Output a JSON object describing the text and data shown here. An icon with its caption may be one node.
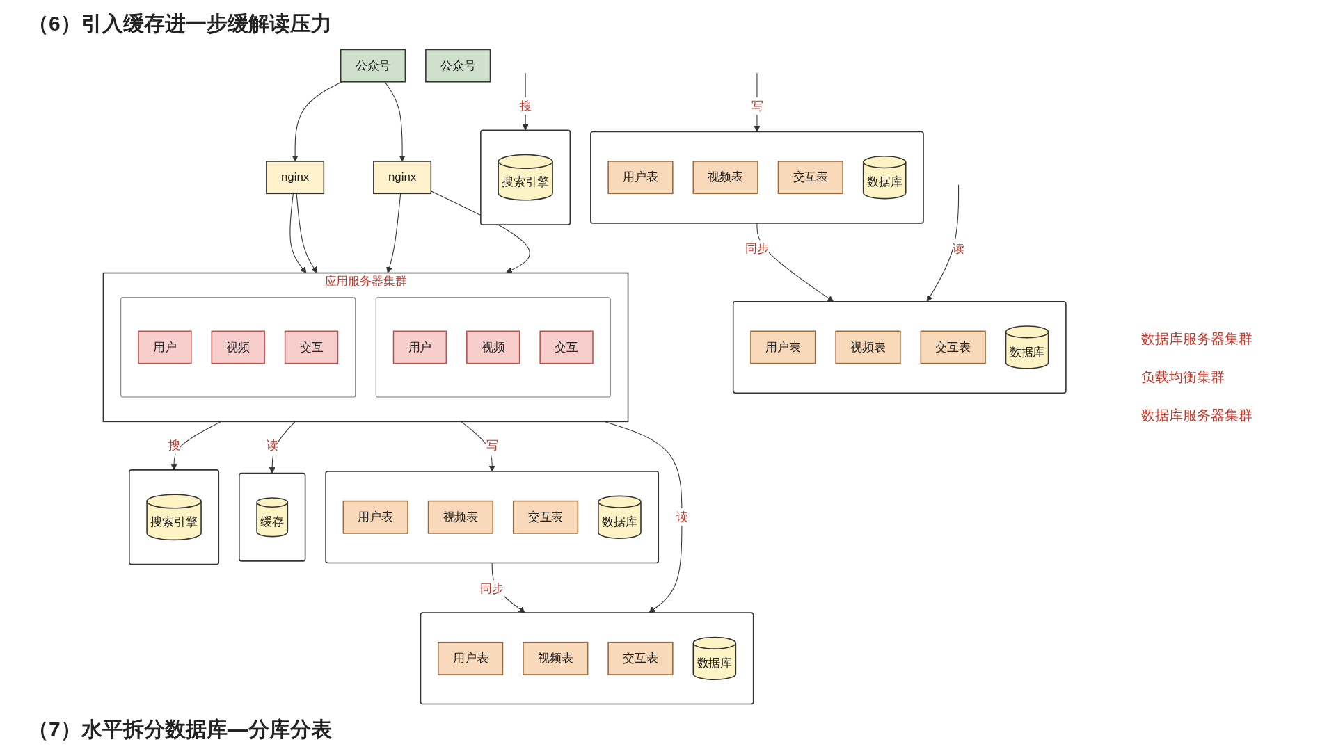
{
  "diagram": {
    "title": "（6）引入缓存进一步缓解读压力",
    "nodes": [
      {
        "text": [],
        "shape": "box"
      },
      {
        "text": [
          "搜索引擎"
        ],
        "in": 0
      },
      {
        "text": [],
        "shape": "box"
      },
      {
        "text": [
          "用户表"
        ],
        "in": 2
      },
      {
        "text": [
          "视频表"
        ],
        "in": 2
      },
      {
        "text": [
          "交互表"
        ],
        "in": 2
      },
      {
        "text": [
          "数据库"
        ],
        "in": 2
      },
      {
        "text": [],
        "shape": "box"
      },
      {
        "text": [
          "用户表"
        ],
        "in": 7
      },
      {
        "text": [
          "视频表"
        ],
        "in": 7
      },
      {
        "text": [
          "交互表"
        ],
        "in": 7
      },
      {
        "text": [
          "数据库"
        ],
        "in": 7
      },
      {
        "text": [
          "公众号"
        ]
      },
      {
        "text": [
          "nginx"
        ]
      },
      {
        "text": [
          "nginx"
        ]
      },
      {
        "text": [
          "应用服务器集群"
        ]
      },
      {
        "text": [],
        "shape": "box",
        "in": 15
      },
      {
        "text": [
          "用户"
        ],
        "in": 16
      },
      {
        "text": [
          "视频"
        ],
        "in": 16
      },
      {
        "text": [
          "交互"
        ],
        "in": 16
      },
      {
        "text": [],
        "shape": "box",
        "in": 15
      },
      {
        "text": [
          "用户"
        ],
        "in": 20
      },
      {
        "text": [
          "视频"
        ],
        "in": 20
      },
      {
        "text": [
          "交互"
        ],
        "in": 20
      },
      {
        "text": [],
        "shape": "box"
      },
      {
        "text": [
          "搜索引擎"
        ],
        "in": 24
      },
      {
        "text": [],
        "shape": "box"
      },
      {
        "text": [
          "缓存"
        ],
        "in": 26
      },
      {
        "text": [],
        "shape": "box"
      },
      {
        "text": [
          "用户表"
        ],
        "in": 28
      },
      {
        "text": [
          "视频表"
        ],
        "in": 28
      },
      {
        "text": [
          "交互表"
        ],
        "in": 28
      },
      {
        "text": [
          "数据库"
        ],
        "in": 28
      },
      {
        "text": [],
        "shape": "box"
      },
      {
        "text": [
          "用户表"
        ],
        "in": 33
      },
      {
        "text": [
          "视频表"
        ],
        "in": 33
      },
      {
        "text": [
          "交互表"
        ],
        "in": 33
      },
      {
        "text": [
          "数据库"
        ],
        "in": 33
      },
      {
        "text": [
          "公众号"
        ]
      }
    ],
    "edges": [
      {
        "from": null,
        "to": 0,
        "arrow": "to",
        "label": "搜"
      },
      {
        "from": null,
        "to": 2,
        "arrow": "to",
        "label": "写"
      },
      {
        "from": null,
        "to": 7,
        "arrow": "to",
        "label": "读"
      },
      {
        "from": 2,
        "to": 7,
        "arrow": "to",
        "label": "同步"
      },
      {
        "from": 12,
        "to": 13,
        "arrow": "to"
      },
      {
        "from": 12,
        "to": 14,
        "arrow": "to"
      },
      {
        "from": 13,
        "to": 15,
        "arrow": "to"
      },
      {
        "from": 13,
        "to": 15,
        "arrow": "to"
      },
      {
        "from": 14,
        "to": 15,
        "arrow": "to"
      },
      {
        "from": 14,
        "to": 15,
        "arrow": "to"
      },
      {
        "from": 15,
        "to": 24,
        "arrow": "to",
        "label": "搜"
      },
      {
        "from": 15,
        "to": 26,
        "arrow": "to",
        "label": "读"
      },
      {
        "from": 15,
        "to": 28,
        "arrow": "to",
        "label": "写"
      },
      {
        "from": 15,
        "to": 33,
        "arrow": "to",
        "label": "读"
      },
      {
        "from": 28,
        "to": 33,
        "arrow": "to",
        "label": "同步"
      }
    ],
    "labels": [
      "数据库服务器集群",
      "负载均衡集群",
      "数据库服务器集群",
      "（7）水平拆分数据库—分库分表"
    ]
  }
}
